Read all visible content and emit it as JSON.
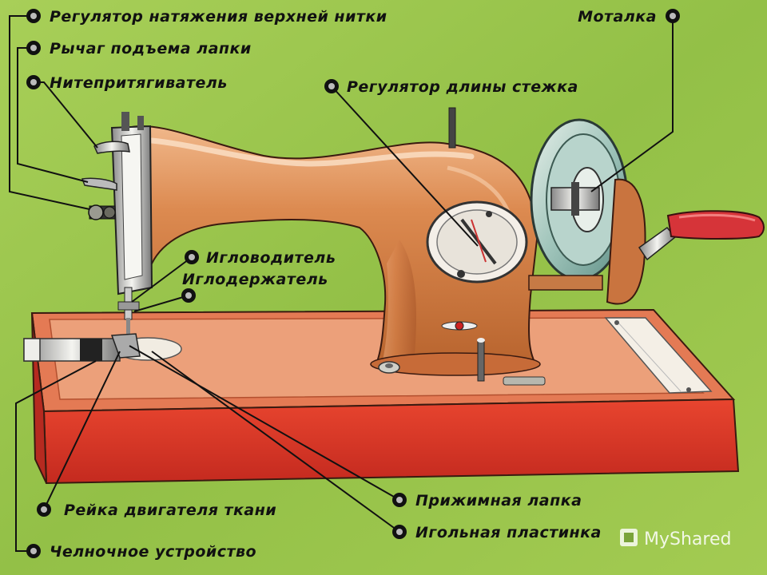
{
  "labels": {
    "upper_thread_tension": "Регулятор натяжения верхней нитки",
    "winder": "Моталка",
    "presser_lever": "Рычаг подъема лапки",
    "take_up_lever": "Нитепритягиватель",
    "stitch_length": "Регулятор длины стежка",
    "needle_bar": "Игловодитель",
    "needle_holder": "Иглодержатель",
    "presser_foot": "Прижимная лапка",
    "feed_dog": "Рейка двигателя ткани",
    "needle_plate": "Игольная пластинка",
    "shuttle": "Челночное устройство"
  },
  "watermark": {
    "text": "MyShared"
  },
  "colors": {
    "background": "#9bc64a",
    "machine_body": "#d9824a",
    "machine_highlight": "#f2b88c",
    "base_red": "#e0392a",
    "base_top": "#e98c6a",
    "handle": "#d8343a",
    "metal": "#d8d8d0",
    "wheel": "#9fc3b8"
  }
}
